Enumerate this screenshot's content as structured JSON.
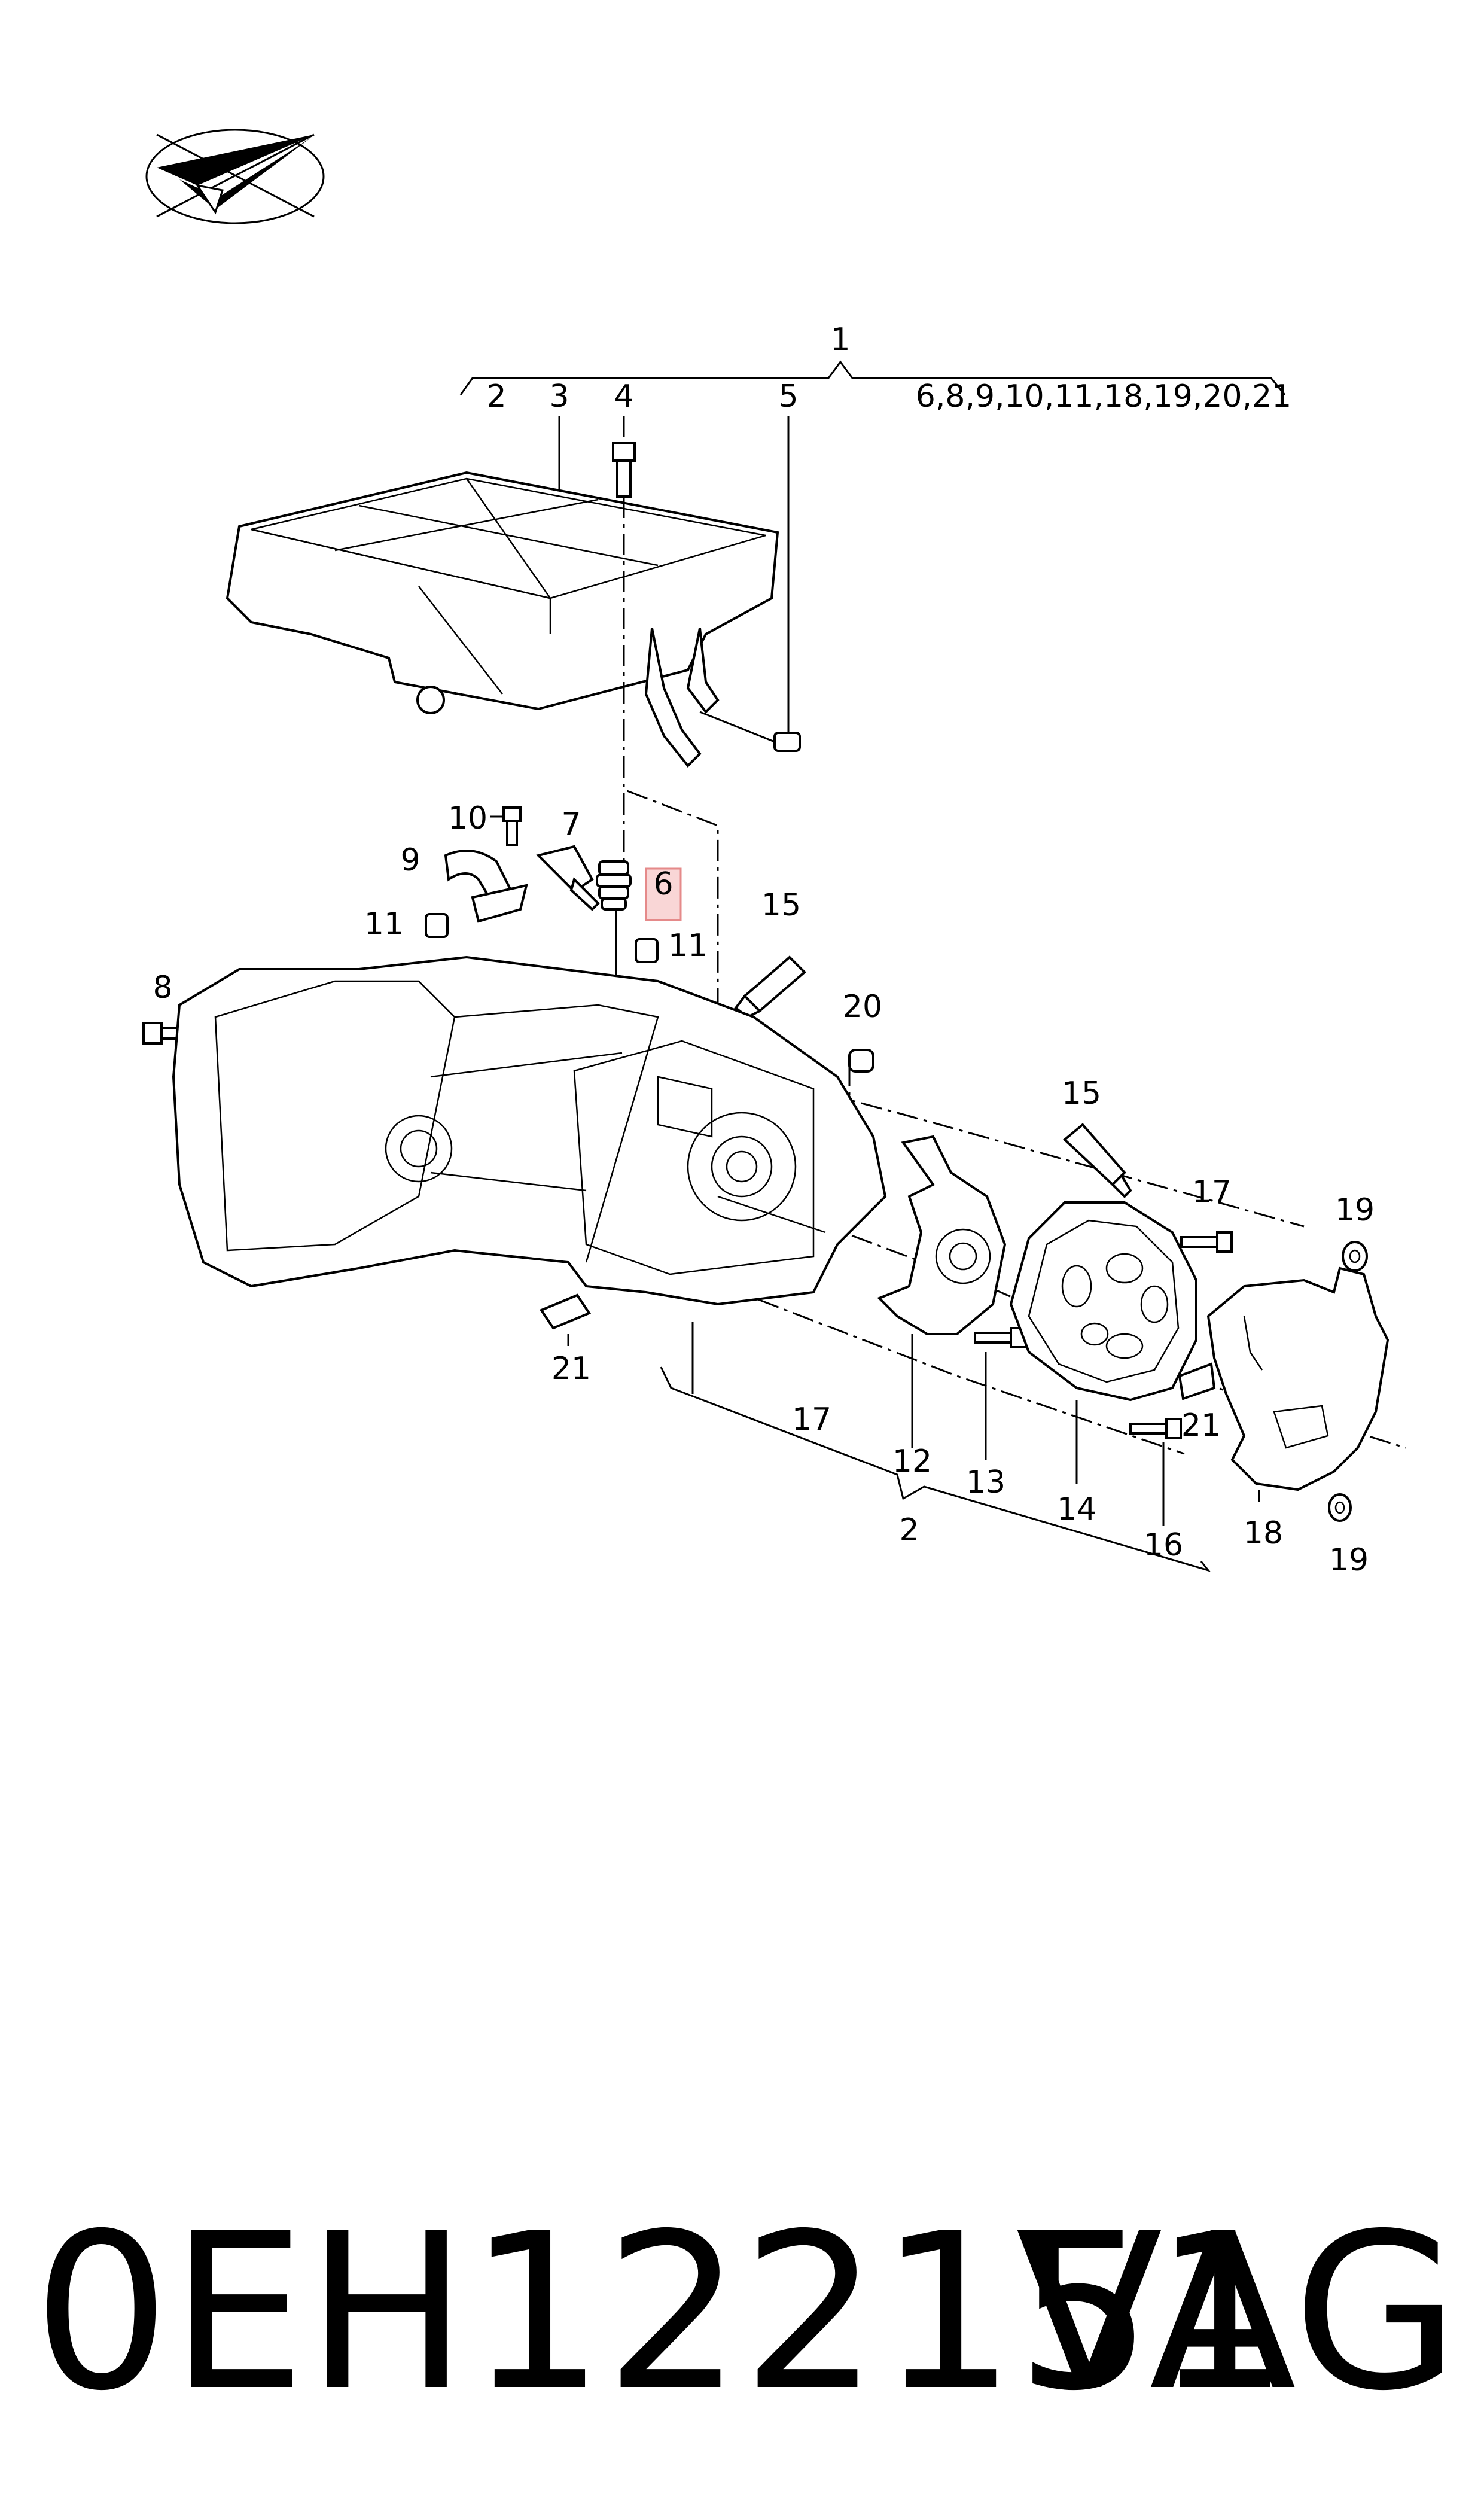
{
  "labels": {
    "l1": "1",
    "l2_top": "2",
    "l3": "3",
    "l4": "4",
    "l5": "5",
    "l_group": "6,8,9,10,11,18,19,20,21",
    "l10": "10",
    "l7": "7",
    "l6": "6",
    "l9": "9",
    "l11_left": "11",
    "l11_right": "11",
    "l15_top": "15",
    "l8": "8",
    "l20": "20",
    "l15_right": "15",
    "l17_right": "17",
    "l19_top": "19",
    "l21_left": "21",
    "l17_bottom": "17",
    "l21_right": "21",
    "l12": "12",
    "l13": "13",
    "l14": "14",
    "l2_bottom": "2",
    "l16": "16",
    "l18": "18",
    "l19_bottom": "19"
  },
  "highlight_label": "6",
  "footer": {
    "part_number": "0EH122151",
    "brand": "VAG"
  },
  "logo_icon": "checkmark-arrow-logo-icon"
}
